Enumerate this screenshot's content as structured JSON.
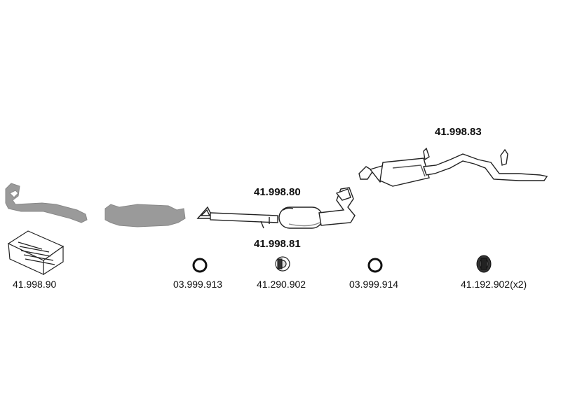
{
  "labels": {
    "rear_silencer": "41.998.83",
    "center_silencer": "41.998.80",
    "center_silencer_alt": "41.998.81",
    "mounting_kit": "41.998.90",
    "ring_1": "03.999.913",
    "clamp": "41.290.902",
    "ring_2": "03.999.914",
    "rubber_hanger": "41.192.902(x2)"
  },
  "colors": {
    "outline": "#222222",
    "grey_part": "#9a9a9a",
    "grey_fill": "#e6e6e6"
  }
}
